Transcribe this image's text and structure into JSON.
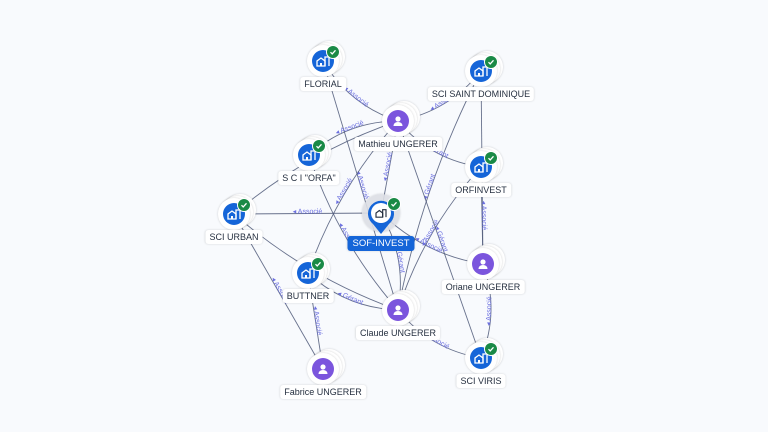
{
  "graph": {
    "nodes": [
      {
        "id": "florial",
        "label": "FLORIAL",
        "type": "company",
        "verified": true
      },
      {
        "id": "sci_saint_dominique",
        "label": "SCI SAINT DOMINIQUE",
        "type": "company",
        "verified": true
      },
      {
        "id": "mathieu",
        "label": "Mathieu UNGERER",
        "type": "person",
        "verified": false
      },
      {
        "id": "orfa",
        "label": "S C I \"ORFA\"",
        "type": "company",
        "verified": true
      },
      {
        "id": "orfinvest",
        "label": "ORFINVEST",
        "type": "company",
        "verified": true
      },
      {
        "id": "sci_urban",
        "label": "SCI URBAN",
        "type": "company",
        "verified": true
      },
      {
        "id": "sof_invest",
        "label": "SOF-INVEST",
        "type": "company",
        "verified": true,
        "focus": true
      },
      {
        "id": "oriane",
        "label": "Oriane UNGERER",
        "type": "person",
        "verified": false
      },
      {
        "id": "buttner",
        "label": "BUTTNER",
        "type": "company",
        "verified": true
      },
      {
        "id": "claude",
        "label": "Claude UNGERER",
        "type": "person",
        "verified": false
      },
      {
        "id": "sci_viris",
        "label": "SCI VIRIS",
        "type": "company",
        "verified": true
      },
      {
        "id": "fabrice",
        "label": "Fabrice UNGERER",
        "type": "person",
        "verified": false
      }
    ],
    "edges": [
      {
        "from": "mathieu",
        "to": "florial",
        "label": "Associé"
      },
      {
        "from": "claude",
        "to": "florial",
        "label": "Associé"
      },
      {
        "from": "mathieu",
        "to": "sci_saint_dominique",
        "label": "Associé"
      },
      {
        "from": "claude",
        "to": "sci_saint_dominique",
        "label": "Gérant"
      },
      {
        "from": "oriane",
        "to": "sci_saint_dominique",
        "label": "Associé"
      },
      {
        "from": "mathieu",
        "to": "orfa",
        "label": "Associé"
      },
      {
        "from": "claude",
        "to": "orfa",
        "label": "Associé"
      },
      {
        "from": "mathieu",
        "to": "sof_invest",
        "label": "Associé"
      },
      {
        "from": "claude",
        "to": "sof_invest",
        "label": "Gérant"
      },
      {
        "from": "oriane",
        "to": "sof_invest",
        "label": "Associé"
      },
      {
        "from": "sof_invest",
        "to": "sci_urban",
        "label": "Associé"
      },
      {
        "from": "mathieu",
        "to": "sci_urban",
        "label": "Associé"
      },
      {
        "from": "claude",
        "to": "sci_urban",
        "label": "Associé"
      },
      {
        "from": "fabrice",
        "to": "sci_urban",
        "label": "Associé"
      },
      {
        "from": "mathieu",
        "to": "orfinvest",
        "label": "Gérant"
      },
      {
        "from": "claude",
        "to": "orfinvest",
        "label": "Associé"
      },
      {
        "from": "oriane",
        "to": "orfinvest",
        "label": "Associé"
      },
      {
        "from": "mathieu",
        "to": "buttner",
        "label": "Associé"
      },
      {
        "from": "claude",
        "to": "buttner",
        "label": "Gérant"
      },
      {
        "from": "fabrice",
        "to": "buttner",
        "label": "Associé"
      },
      {
        "from": "claude",
        "to": "sci_viris",
        "label": "Associé"
      },
      {
        "from": "oriane",
        "to": "sci_viris",
        "label": "Associé"
      },
      {
        "from": "mathieu",
        "to": "sci_viris",
        "label": "Gérant"
      }
    ]
  }
}
